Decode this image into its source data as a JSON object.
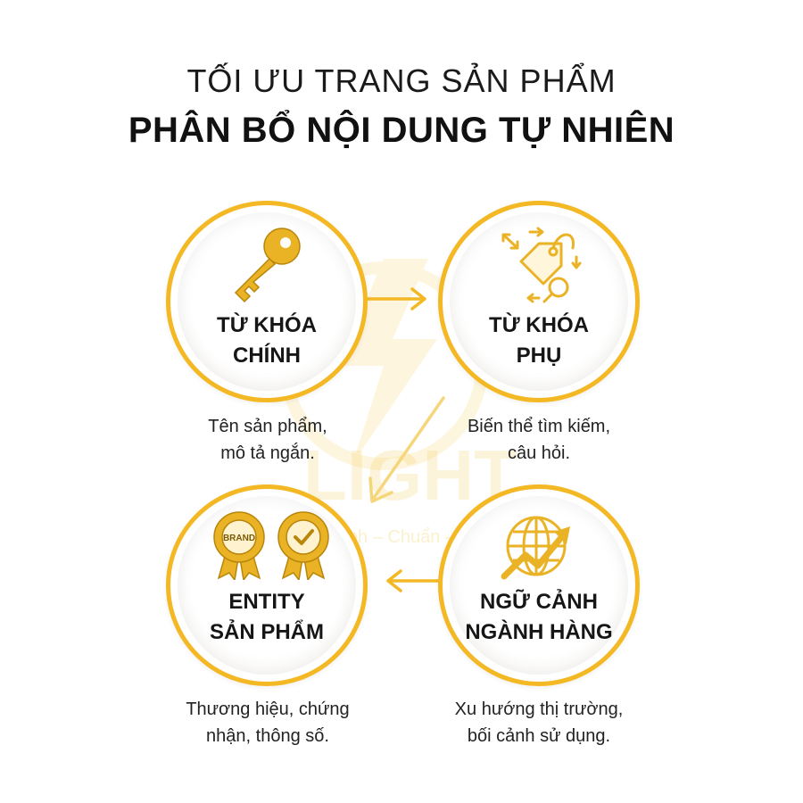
{
  "title_line1": "TỐI ƯU TRANG SẢN PHẨM",
  "title_line2": "PHÂN BỔ NỘI DUNG TỰ NHIÊN",
  "watermark": {
    "text": "LIGHT",
    "tagline": "nh – Chuẩn – Đ"
  },
  "colors": {
    "accent": "#f3b823",
    "icon": "#eab225",
    "text": "#161616"
  },
  "nodes": [
    {
      "id": "primary",
      "icon": "key-icon",
      "label_line1": "TỪ KHÓA",
      "label_line2": "CHÍNH",
      "desc_line1": "Tên sản phẩm,",
      "desc_line2": "mô tả ngắn."
    },
    {
      "id": "secondary",
      "icon": "tag-search-icon",
      "label_line1": "TỪ KHÓA",
      "label_line2": "PHỤ",
      "desc_line1": "Biến thể tìm kiếm,",
      "desc_line2": "câu hỏi."
    },
    {
      "id": "entity",
      "icon": "badge-icon",
      "badge_text": "BRAND",
      "label_line1": "ENTITY",
      "label_line2": "SẢN PHẨM",
      "desc_line1": "Thương hiệu, chứng",
      "desc_line2": "nhận, thông số."
    },
    {
      "id": "context",
      "icon": "globe-trend-icon",
      "label_line1": "NGỮ CẢNH",
      "label_line2": "NGÀNH HÀNG",
      "desc_line1": "Xu hướng thị trường,",
      "desc_line2": "bối cảnh sử dụng."
    }
  ]
}
